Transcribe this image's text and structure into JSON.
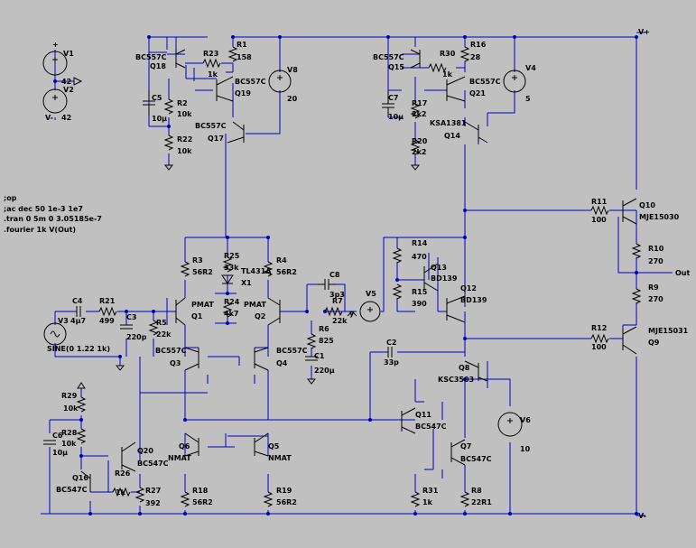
{
  "rails": {
    "vplus": "V+",
    "vminus": "V-"
  },
  "nets": {
    "out": "Out",
    "y": "y"
  },
  "directives": [
    ";op",
    ";ac dec 50 1e-3 1e7",
    ".tran 0 5m 0 3.05185e-7",
    ".fourier 1k V(Out)"
  ],
  "parts": {
    "v1": {
      "name": "V1",
      "value": "42",
      "plus": "+"
    },
    "v2": {
      "name": "V2",
      "value": "42",
      "minus": "V-"
    },
    "v3": {
      "name": "V3",
      "value": "SINE(0 1.22 1k)"
    },
    "v4": {
      "name": "V4",
      "value": "5"
    },
    "v5": {
      "name": "V5"
    },
    "v6": {
      "name": "V6",
      "value": "10"
    },
    "v8": {
      "name": "V8",
      "value": "20"
    },
    "q18": {
      "name": "Q18",
      "model": "BC557C"
    },
    "q19": {
      "name": "Q19",
      "model": "BC557C"
    },
    "q17": {
      "name": "Q17",
      "model": "BC557C"
    },
    "q15": {
      "name": "Q15",
      "model": "BC557C"
    },
    "q21": {
      "name": "Q21",
      "model": "BC557C"
    },
    "q14": {
      "name": "Q14",
      "model": "KSA1381"
    },
    "q10": {
      "name": "Q10",
      "model": "MJE15030"
    },
    "q9": {
      "name": "Q9",
      "model": "MJE15031"
    },
    "q13": {
      "name": "Q13",
      "model": "BD139"
    },
    "q12": {
      "name": "Q12",
      "model": "BD139"
    },
    "q1": {
      "name": "Q1",
      "model": "PMAT"
    },
    "q2": {
      "name": "Q2",
      "model": "PMAT"
    },
    "q3": {
      "name": "Q3",
      "model": "BC557C"
    },
    "q4": {
      "name": "Q4",
      "model": "BC557C"
    },
    "q5": {
      "name": "Q5",
      "model": "NMAT"
    },
    "q6": {
      "name": "Q6",
      "model": "NMAT"
    },
    "q7": {
      "name": "Q7",
      "model": "BC547C"
    },
    "q8": {
      "name": "Q8",
      "model": "KSC3503"
    },
    "q11": {
      "name": "Q11",
      "model": "BC547C"
    },
    "q16": {
      "name": "Q16",
      "model": "BC547C"
    },
    "q20": {
      "name": "Q20",
      "model": "BC547C"
    },
    "x1": {
      "name": "X1",
      "model": "TL431A"
    },
    "r1": {
      "name": "R1",
      "value": "158"
    },
    "r2": {
      "name": "R2",
      "value": "10k"
    },
    "r3": {
      "name": "R3",
      "value": "56R2"
    },
    "r4": {
      "name": "R4",
      "value": "56R2"
    },
    "r5": {
      "name": "R5",
      "value": "22k"
    },
    "r6": {
      "name": "R6",
      "value": "825"
    },
    "r7": {
      "name": "R7",
      "value": "22k"
    },
    "r8": {
      "name": "R8",
      "value": "22R1"
    },
    "r9": {
      "name": "R9",
      "value": "270"
    },
    "r10": {
      "name": "R10",
      "value": "270"
    },
    "r11": {
      "name": "R11",
      "value": "100"
    },
    "r12": {
      "name": "R12",
      "value": "100"
    },
    "r14": {
      "name": "R14",
      "value": "470"
    },
    "r15": {
      "name": "R15",
      "value": "390"
    },
    "r16": {
      "name": "R16",
      "value": "28"
    },
    "r17": {
      "name": "R17",
      "value": "2k2"
    },
    "r18": {
      "name": "R18",
      "value": "56R2"
    },
    "r19": {
      "name": "R19",
      "value": "56R2"
    },
    "r20": {
      "name": "R20",
      "value": "2k2"
    },
    "r21": {
      "name": "R21",
      "value": "499"
    },
    "r22": {
      "name": "R22",
      "value": "10k"
    },
    "r23": {
      "name": "R23",
      "value": "1k"
    },
    "r24": {
      "name": "R24",
      "value": "4k7"
    },
    "r25": {
      "name": "R25",
      "value": "33k"
    },
    "r26": {
      "name": "R26",
      "value": "1k"
    },
    "r27": {
      "name": "R27",
      "value": "392"
    },
    "r28": {
      "name": "R28",
      "value": "10k"
    },
    "r29": {
      "name": "R29",
      "value": "10k"
    },
    "r30": {
      "name": "R30",
      "value": "1k"
    },
    "r31": {
      "name": "R31",
      "value": "1k"
    },
    "c1": {
      "name": "C1",
      "value": "220µ"
    },
    "c2": {
      "name": "C2",
      "value": "33p"
    },
    "c3": {
      "name": "C3",
      "value": "220p"
    },
    "c4": {
      "name": "C4",
      "value": "4µ7"
    },
    "c5": {
      "name": "C5",
      "value": "10µ"
    },
    "c6": {
      "name": "C6",
      "value": "10µ"
    },
    "c7": {
      "name": "C7",
      "value": "10µ"
    },
    "c8": {
      "name": "C8",
      "value": "3p3"
    }
  }
}
